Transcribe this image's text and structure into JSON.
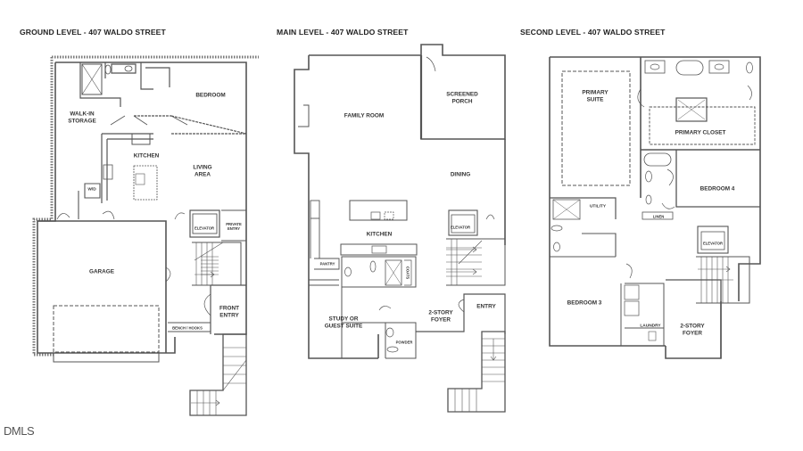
{
  "titles": {
    "ground": "GROUND LEVEL - 407 WALDO STREET",
    "main": "MAIN LEVEL - 407 WALDO STREET",
    "second": "SECOND LEVEL - 407 WALDO STREET"
  },
  "ground_level": {
    "rooms": {
      "bedroom": "BEDROOM",
      "walk_in_storage": "WALK-IN\nSTORAGE",
      "kitchen": "KITCHEN",
      "living_area": "LIVING\nAREA",
      "wd": "W/D",
      "elevator": "ELEVATOR",
      "private_entry": "PRIVATE\nENTRY",
      "garage": "GARAGE",
      "front_entry": "FRONT\nENTRY",
      "bench_hooks": "BENCH / HOOKS"
    }
  },
  "main_level": {
    "rooms": {
      "family_room": "FAMILY ROOM",
      "screened_porch": "SCREENED\nPORCH",
      "dining": "DINING",
      "kitchen": "KITCHEN",
      "elevator": "ELEVATOR",
      "pantry": "PANTRY",
      "coats": "COATS",
      "study": "STUDY OR\nGUEST SUITE",
      "foyer": "2-STORY\nFOYER",
      "entry": "ENTRY",
      "powder": "POWDER"
    }
  },
  "second_level": {
    "rooms": {
      "primary_suite": "PRIMARY\nSUITE",
      "primary_closet": "PRIMARY CLOSET",
      "bedroom4": "BEDROOM 4",
      "utility": "UTILITY",
      "linen": "LINEN",
      "elevator": "ELEVATOR",
      "bedroom3": "BEDROOM 3",
      "laundry": "LAUNDRY",
      "foyer": "2-STORY\nFOYER"
    }
  },
  "watermark": "DMLS"
}
